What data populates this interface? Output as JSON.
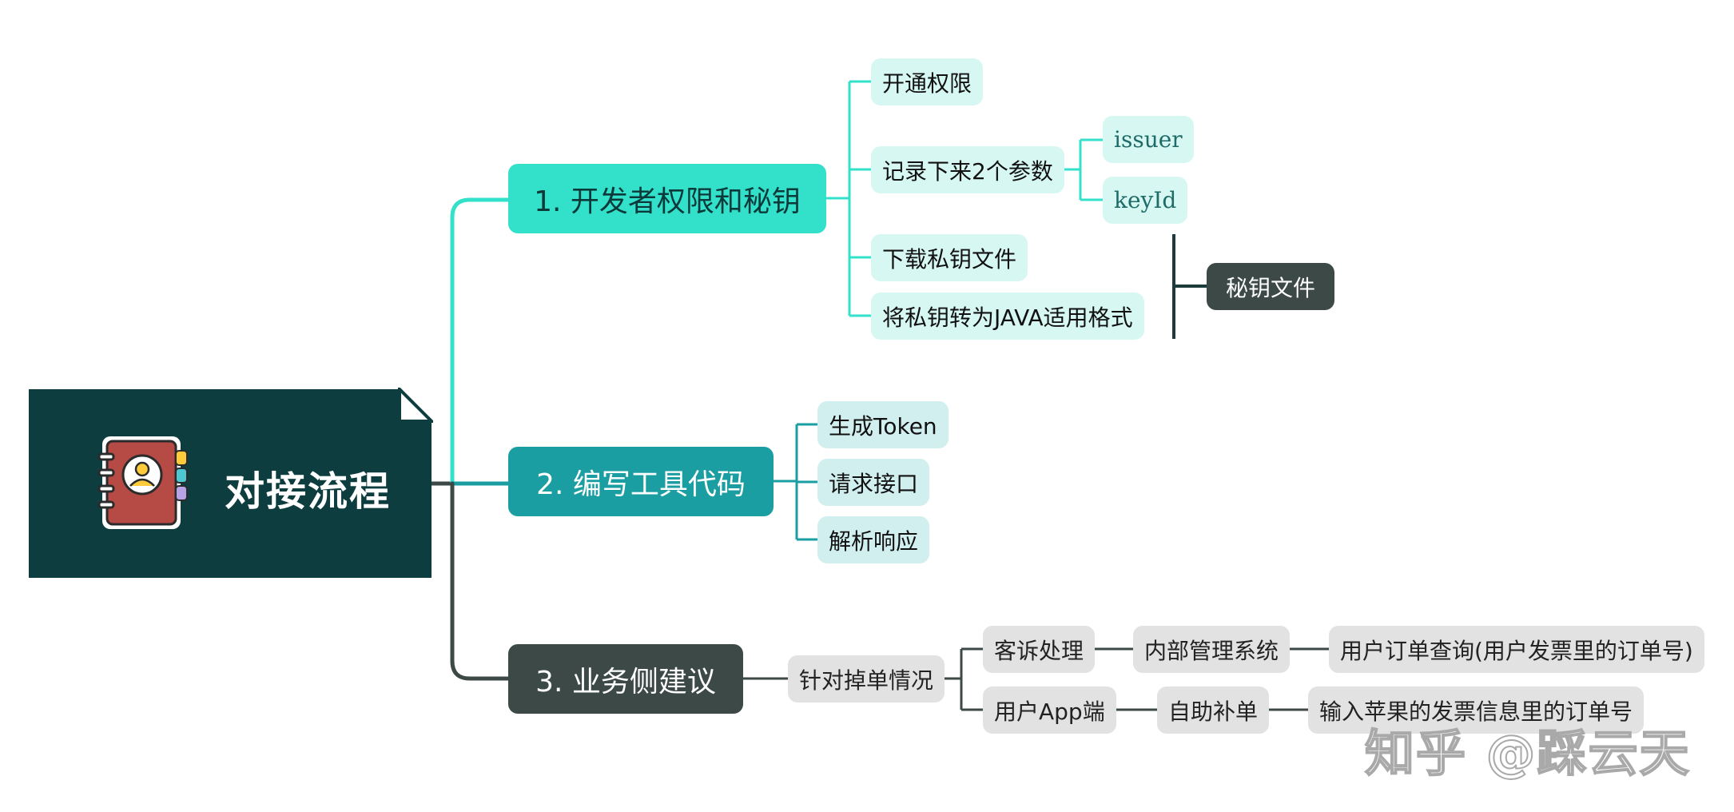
{
  "root": {
    "title": "对接流程",
    "icon": "address-book-icon"
  },
  "branches": [
    {
      "label": "1. 开发者权限和秘钥",
      "color": "#33e0c9",
      "children": [
        {
          "label": "开通权限"
        },
        {
          "label": "记录下来2个参数",
          "children": [
            {
              "label": "issuer"
            },
            {
              "label": "keyId"
            }
          ]
        },
        {
          "label": "下载私钥文件"
        },
        {
          "label": "将私钥转为JAVA适用格式"
        }
      ],
      "summary": "秘钥文件"
    },
    {
      "label": "2. 编写工具代码",
      "color": "#1b9ea1",
      "children": [
        {
          "label": "生成Token"
        },
        {
          "label": "请求接口"
        },
        {
          "label": "解析响应"
        }
      ]
    },
    {
      "label": "3. 业务侧建议",
      "color": "#3c4947",
      "children": [
        {
          "label": "针对掉单情况",
          "children": [
            {
              "label": "客诉处理",
              "next": "内部管理系统",
              "last": "用户订单查询(用户发票里的订单号)"
            },
            {
              "label": "用户App端",
              "next": "自助补单",
              "last": "输入苹果的发票信息里的订单号"
            }
          ]
        }
      ]
    }
  ],
  "watermark": "知乎 @踩云天"
}
